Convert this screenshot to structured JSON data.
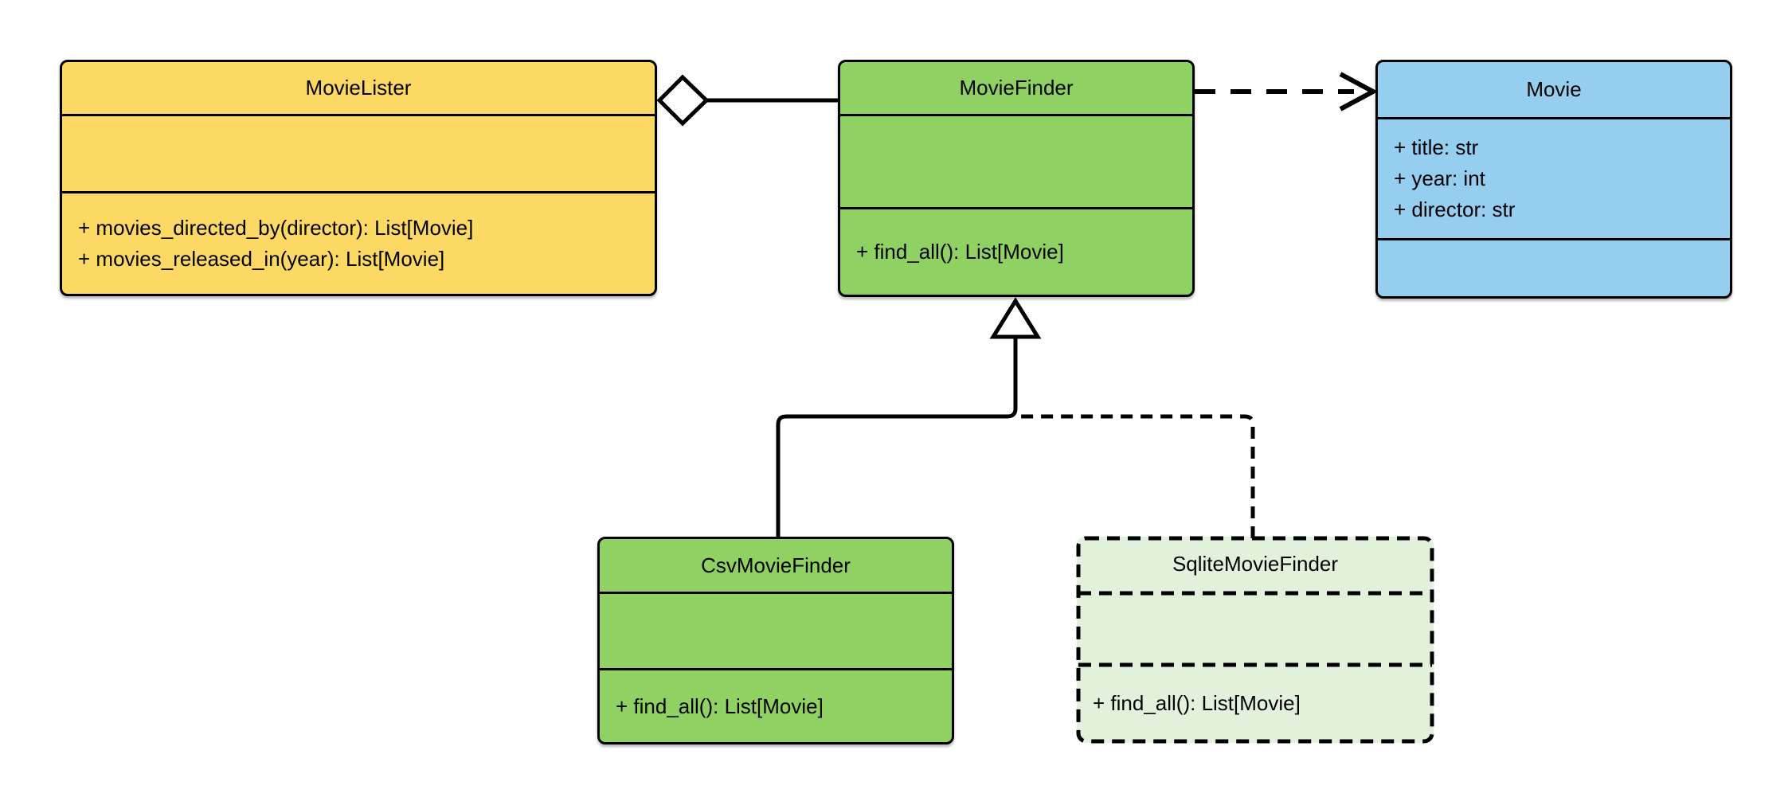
{
  "diagram": {
    "kind": "uml-class-diagram",
    "background": "#FFFFFF",
    "colors": {
      "yellow_fill": "#FCD864",
      "green_fill": "#8FD263",
      "blue_fill": "#96CEF0",
      "light_green_fill": "#E2F1DC",
      "stroke": "#000000"
    },
    "classes": [
      {
        "name": "MovieLister",
        "fill": "#FCD864",
        "border_style": "solid",
        "attributes": [],
        "methods": [
          "+ movies_directed_by(director): List[Movie]",
          "+ movies_released_in(year): List[Movie]"
        ]
      },
      {
        "name": "MovieFinder",
        "fill": "#8FD263",
        "border_style": "solid",
        "attributes": [],
        "methods": [
          "+ find_all(): List[Movie]"
        ]
      },
      {
        "name": "Movie",
        "fill": "#96CEF0",
        "border_style": "solid",
        "attributes": [
          "+ title: str",
          "+ year: int",
          "+ director: str"
        ],
        "methods": []
      },
      {
        "name": "CsvMovieFinder",
        "fill": "#8FD263",
        "border_style": "solid",
        "attributes": [],
        "methods": [
          "+ find_all(): List[Movie]"
        ]
      },
      {
        "name": "SqliteMovieFinder",
        "fill": "#E2F1DC",
        "border_style": "dashed",
        "attributes": [],
        "methods": [
          "+ find_all(): List[Movie]"
        ]
      }
    ],
    "relationships": [
      {
        "type": "aggregation",
        "from": "MovieLister",
        "to": "MovieFinder",
        "line": "solid",
        "marker": "hollow-diamond-at-MovieLister"
      },
      {
        "type": "dependency",
        "from": "MovieFinder",
        "to": "Movie",
        "line": "dashed",
        "marker": "open-arrow-at-Movie"
      },
      {
        "type": "generalization",
        "from": "CsvMovieFinder",
        "to": "MovieFinder",
        "line": "solid",
        "marker": "hollow-triangle-at-MovieFinder"
      },
      {
        "type": "generalization-planned",
        "from": "SqliteMovieFinder",
        "to": "MovieFinder",
        "line": "dashed",
        "marker": "none"
      }
    ]
  }
}
